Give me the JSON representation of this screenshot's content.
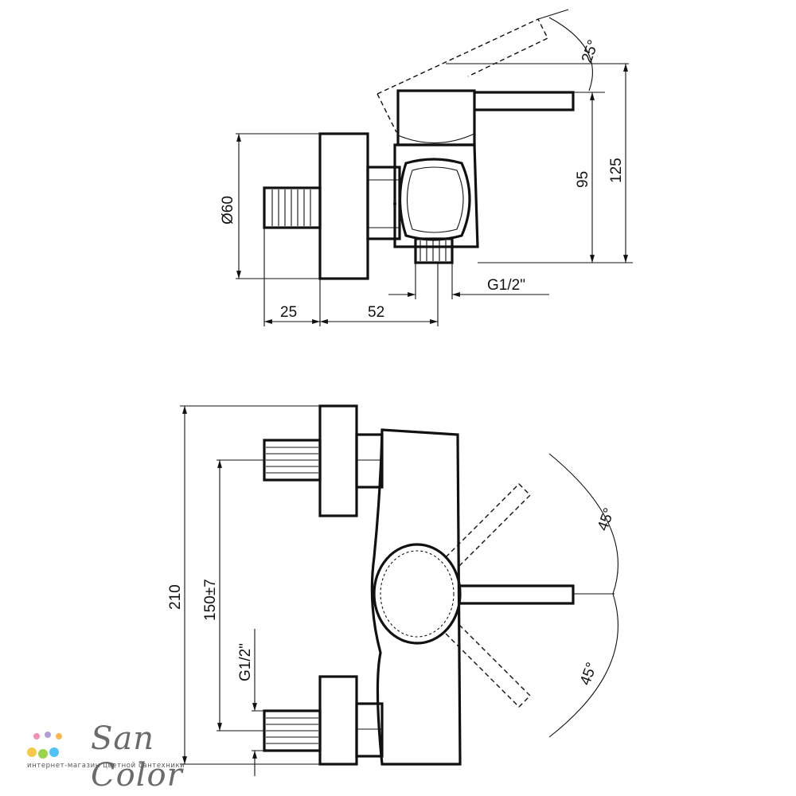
{
  "side_view": {
    "angle_top": "25°",
    "dia": "Ø60",
    "h_95": "95",
    "h_125": "125",
    "thread": "G1/2\"",
    "w_25": "25",
    "w_52": "52"
  },
  "front_view": {
    "angle_up": "45°",
    "angle_down": "45°",
    "h_210": "210",
    "h_150": "150±7",
    "thread": "G1/2\""
  },
  "logo": {
    "name": "San Color",
    "tagline": "интернет-магазин цветной сантехники",
    "dot_colors": [
      "#f7c948",
      "#9bd44a",
      "#4fc3f7",
      "#f48fb1",
      "#b39ddb",
      "#ffb74d"
    ]
  }
}
